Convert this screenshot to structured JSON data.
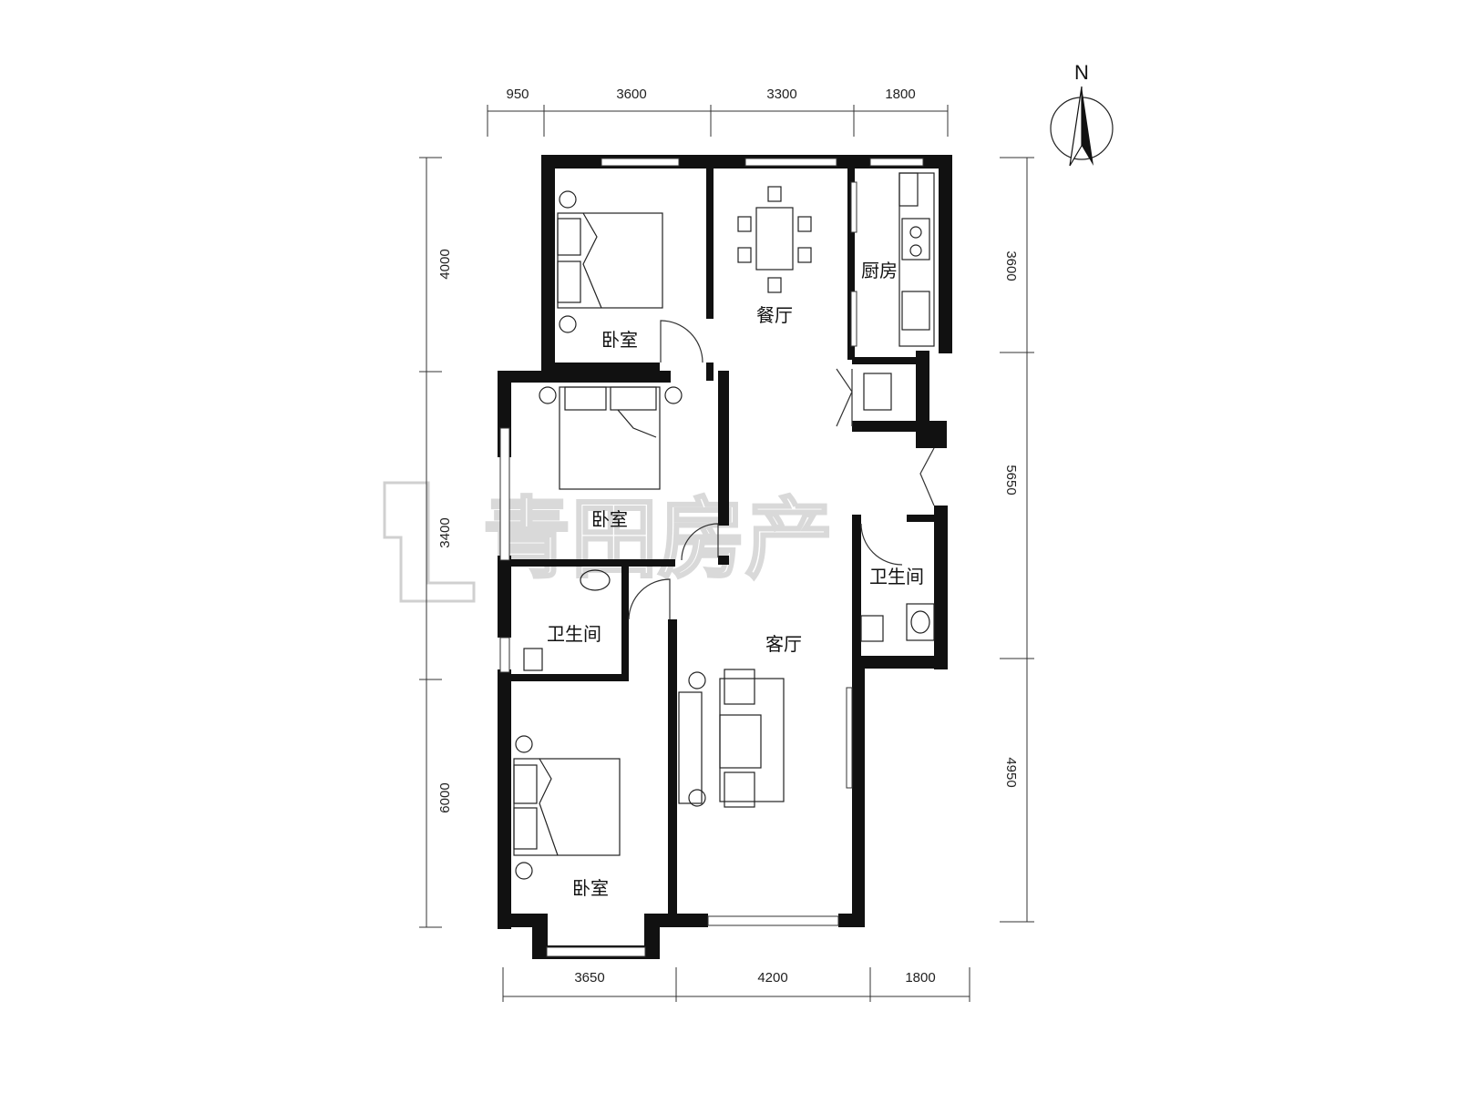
{
  "dimensions": {
    "top": [
      "950",
      "3600",
      "3300",
      "1800"
    ],
    "bottom": [
      "3650",
      "4200",
      "1800"
    ],
    "left": [
      "4000",
      "3400",
      "6000"
    ],
    "right": [
      "3600",
      "5650",
      "4950"
    ]
  },
  "rooms": {
    "bedroom_top": "卧室",
    "bedroom_mid": "卧室",
    "bedroom_bottom": "卧室",
    "dining": "餐厅",
    "kitchen": "厨房",
    "living": "客厅",
    "bath_left": "卫生间",
    "bath_right": "卫生间"
  },
  "compass": {
    "label": "N"
  },
  "watermark": {
    "text": "青田房产"
  }
}
